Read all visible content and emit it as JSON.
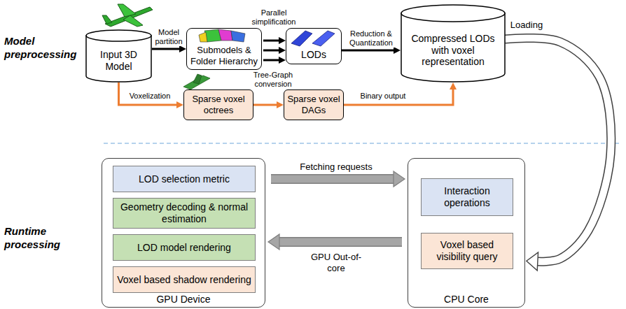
{
  "diagram": {
    "nodes": [
      {
        "text": [
          "Input 3D Model"
        ]
      },
      {
        "text": [
          "Submodels & Folder Hierarchy"
        ]
      },
      {
        "text": [
          "LODs"
        ]
      },
      {
        "text": [
          "Compressed LODs with voxel representation"
        ]
      },
      {
        "text": [
          "Sparse voxel octrees"
        ]
      },
      {
        "text": [
          "Sparse voxel DAGs"
        ]
      },
      {
        "text": [
          "GPU Device"
        ]
      },
      {
        "text": [
          "LOD selection metric"
        ],
        "in": 6
      },
      {
        "text": [
          "Geometry decoding & normal estimation"
        ],
        "in": 6
      },
      {
        "text": [
          "LOD model rendering"
        ],
        "in": 6
      },
      {
        "text": [
          "Voxel based shadow rendering"
        ],
        "in": 6
      },
      {
        "text": [
          "CPU Core"
        ]
      },
      {
        "text": [
          "Interaction operations"
        ],
        "in": 11
      },
      {
        "text": [
          "Voxel based visibility query"
        ],
        "in": 11
      }
    ],
    "edges": [
      {
        "from": 0,
        "to": 1,
        "label": "Model partition",
        "arrow": "to"
      },
      {
        "from": 1,
        "to": 2,
        "label": "Parallel simplification",
        "arrow": "to"
      },
      {
        "from": 2,
        "to": 3,
        "label": "Reduction & Quantization",
        "arrow": "to"
      },
      {
        "from": 0,
        "to": 4,
        "label": "Voxelization",
        "arrow": "to"
      },
      {
        "from": 4,
        "to": 5,
        "label": "Tree-Graph conversion",
        "arrow": "to"
      },
      {
        "from": 5,
        "to": 3,
        "label": "Binary output",
        "arrow": "to"
      },
      {
        "from": 3,
        "to": 11,
        "label": "Loading",
        "arrow": "to"
      },
      {
        "from": 6,
        "to": 11,
        "label": "Fetching requests",
        "arrow": "to"
      },
      {
        "from": 11,
        "to": 6,
        "label": "GPU Out-of-core",
        "arrow": "to"
      }
    ],
    "labels": [
      "Model preprocessing",
      "Runtime processing"
    ]
  }
}
